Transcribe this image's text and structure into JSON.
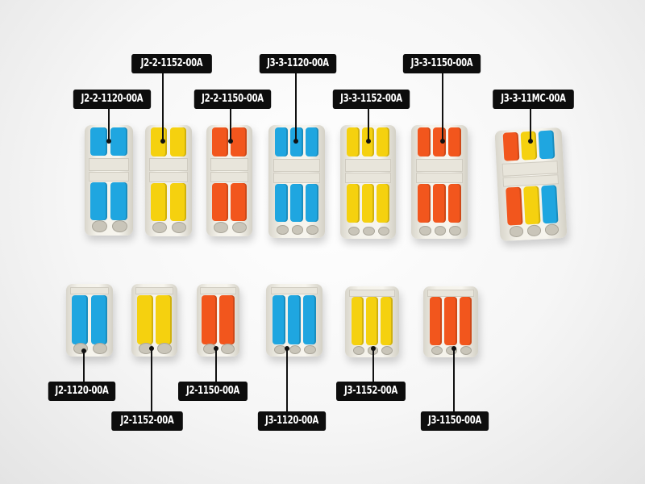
{
  "colors": {
    "blue": "#1fa6e0",
    "yellow": "#f5d10f",
    "orange": "#f2561d",
    "label_bg": "#0d0d0d",
    "label_text": "#ffffff"
  },
  "top_row": [
    {
      "label": "J2-2-1120-00A",
      "levers": [
        "blue",
        "blue"
      ]
    },
    {
      "label": "J2-2-1152-00A",
      "levers": [
        "yellow",
        "yellow"
      ]
    },
    {
      "label": "J2-2-1150-00A",
      "levers": [
        "orange",
        "orange"
      ]
    },
    {
      "label": "J3-3-1120-00A",
      "levers": [
        "blue",
        "blue",
        "blue"
      ]
    },
    {
      "label": "J3-3-1152-00A",
      "levers": [
        "yellow",
        "yellow",
        "yellow"
      ]
    },
    {
      "label": "J3-3-1150-00A",
      "levers": [
        "orange",
        "orange",
        "orange"
      ]
    },
    {
      "label": "J3-3-11MC-00A",
      "levers": [
        "orange",
        "yellow",
        "blue"
      ]
    }
  ],
  "bottom_row": [
    {
      "label": "J2-1120-00A",
      "levers": [
        "blue",
        "blue"
      ]
    },
    {
      "label": "J2-1152-00A",
      "levers": [
        "yellow",
        "yellow"
      ]
    },
    {
      "label": "J2-1150-00A",
      "levers": [
        "orange",
        "orange"
      ]
    },
    {
      "label": "J3-1120-00A",
      "levers": [
        "blue",
        "blue",
        "blue"
      ]
    },
    {
      "label": "J3-1152-00A",
      "levers": [
        "yellow",
        "yellow",
        "yellow"
      ]
    },
    {
      "label": "J3-1150-00A",
      "levers": [
        "orange",
        "orange",
        "orange"
      ]
    }
  ]
}
